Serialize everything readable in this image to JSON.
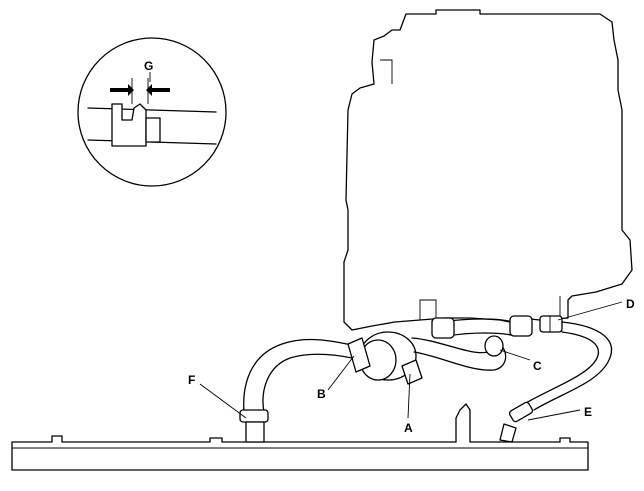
{
  "callouts": {
    "a": "A",
    "b": "B",
    "c": "C",
    "d": "D",
    "e": "E",
    "f": "F",
    "g": "G"
  },
  "colors": {
    "line": "#000000",
    "background": "#ffffff"
  }
}
